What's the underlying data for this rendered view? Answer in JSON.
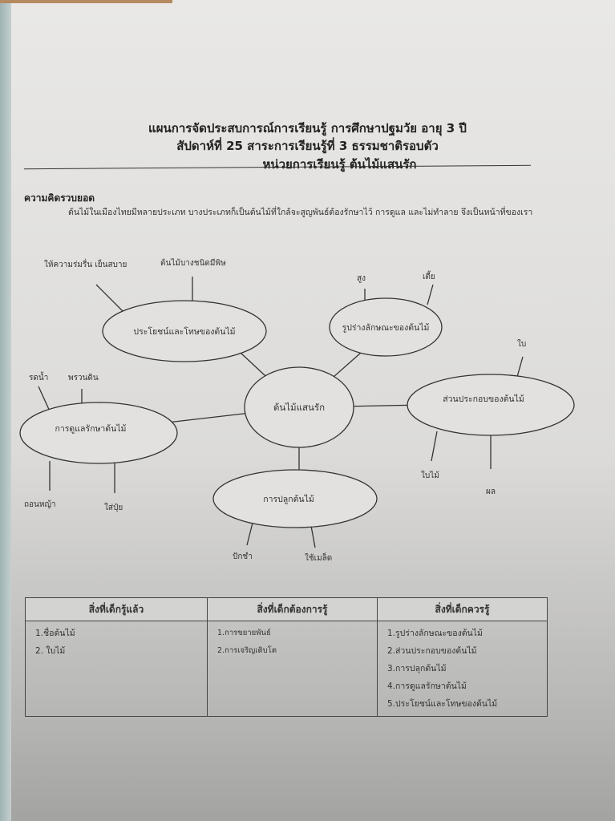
{
  "header": {
    "line1": "แผนการจัดประสบการณ์การเรียนรู้ การศึกษาปฐมวัย  อายุ 3  ปี",
    "line2": "สัปดาห์ที่ 25 สาระการเรียนรู้ที่ 3  ธรรมชาติรอบตัว",
    "line3": "หน่วยการเรียนรู้  ต้นไม้แสนรัก"
  },
  "concept": {
    "heading": "ความคิดรวบยอด",
    "text": "ต้นไม้ในเมืองไทยมีหลายประเภท  บางประเภทก็เป็นต้นไม้ที่ใกล้จะสูญพันธ์ต้องรักษาไว้ การดูแล และไม่ทำลาย จึงเป็นหน้าที่ของเรา"
  },
  "mindmap": {
    "center": "ต้นไม้แสนรัก",
    "nodes": {
      "benefit": "ประโยชน์และโทษของต้นไม้",
      "shape": "รูปร่างลักษณะของต้นไม้",
      "parts": "ส่วนประกอบของต้นไม้",
      "care": "การดูแลรักษาต้นไม้",
      "plant": "การปลูกต้นไม้"
    },
    "leaves": {
      "shade": "ให้ความร่มรื่น เย็นสบาย",
      "poison": "ต้นไม้บางชนิดมีพิษ",
      "tall": "สูง",
      "short": "เตี้ย",
      "leaf": "ใบ",
      "leaves": "ใบไม้",
      "fruit": "ผล",
      "water": "รดน้ำ",
      "till": "พรวนดิน",
      "weed": "ถอนหญ้า",
      "fertilize": "ใส่ปุ๋ย",
      "cutting": "ปักชำ",
      "seed": "ใช้เมล็ด"
    }
  },
  "table": {
    "headers": [
      "สิ่งที่เด็กรู้แล้ว",
      "สิ่งที่เด็กต้องการรู้",
      "สิ่งที่เด็กควรรู้"
    ],
    "col1": [
      "1.ชื่อต้นไม้",
      "2. ใบไม้"
    ],
    "col2": [
      "1.การขยายพันธ์",
      "2.การเจริญเติบโต"
    ],
    "col3": [
      "1.รูปร่างลักษณะของต้นไม้",
      "2.ส่วนประกอบของต้นไม้",
      "3.การปลุกต้นไม้",
      "4.การดูแลรักษาต้นไม้",
      "5.ประโยชน์และโทษของต้นไม้"
    ]
  }
}
